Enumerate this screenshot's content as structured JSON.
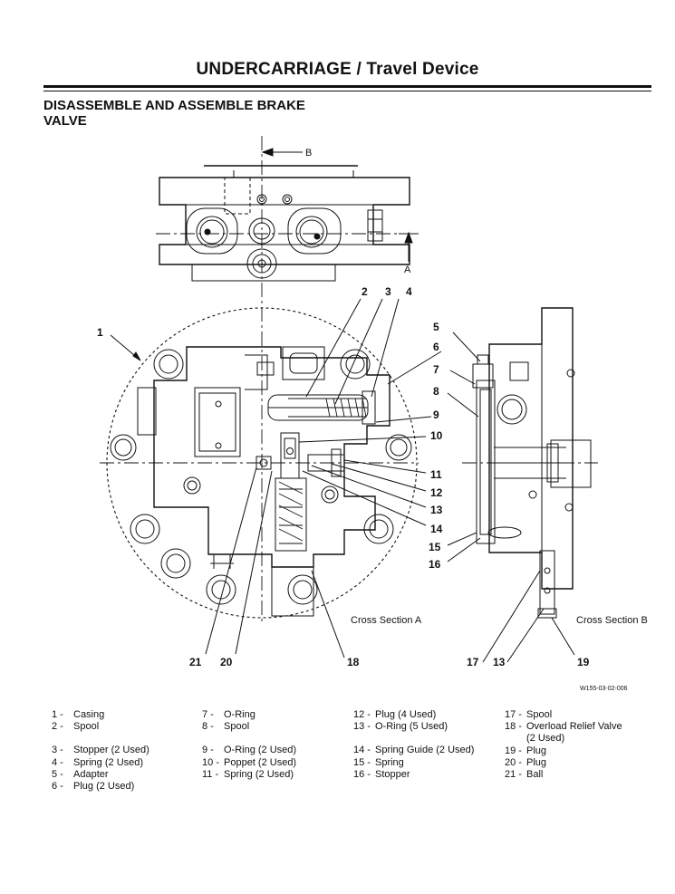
{
  "header": {
    "title": "UNDERCARRIAGE / Travel Device"
  },
  "section": {
    "heading_line1": "DISASSEMBLE AND ASSEMBLE BRAKE",
    "heading_line2": "VALVE"
  },
  "diagram": {
    "section_markers": {
      "b": "B",
      "a": "A"
    },
    "captions": {
      "cross_section_a": "Cross Section A",
      "cross_section_b": "Cross Section B"
    },
    "callouts": {
      "c1": "1",
      "c2": "2",
      "c3": "3",
      "c4": "4",
      "c5": "5",
      "c6": "6",
      "c7": "7",
      "c8": "8",
      "c9": "9",
      "c10": "10",
      "c11": "11",
      "c12": "12",
      "c13": "13",
      "c14": "14",
      "c15": "15",
      "c16": "16",
      "c17": "17",
      "c13b": "13",
      "c19": "19",
      "c21": "21",
      "c20": "20",
      "c18": "18"
    },
    "figure_id": "W155-03-02-006"
  },
  "legend": {
    "col1": [
      {
        "num": "1 -",
        "name": "Casing"
      },
      {
        "num": "2 -",
        "name": "Spool"
      },
      {
        "num": "3 -",
        "name": "Stopper (2 Used)"
      },
      {
        "num": "4 -",
        "name": "Spring (2 Used)"
      },
      {
        "num": "5 -",
        "name": "Adapter"
      },
      {
        "num": "6 -",
        "name": "Plug (2 Used)"
      }
    ],
    "col2": [
      {
        "num": "7 -",
        "name": "O-Ring"
      },
      {
        "num": "8 -",
        "name": "Spool"
      },
      {
        "num": "9 -",
        "name": "O-Ring (2 Used)"
      },
      {
        "num": "10 -",
        "name": "Poppet (2 Used)"
      },
      {
        "num": "11 -",
        "name": "Spring (2 Used)"
      }
    ],
    "col3": [
      {
        "num": "12 -",
        "name": "Plug (4 Used)"
      },
      {
        "num": "13 -",
        "name": "O-Ring (5 Used)"
      },
      {
        "num": "14 -",
        "name": "Spring Guide (2 Used)"
      },
      {
        "num": "15 -",
        "name": "Spring"
      },
      {
        "num": "16 -",
        "name": "Stopper"
      }
    ],
    "col4": [
      {
        "num": "17 -",
        "name": "Spool"
      },
      {
        "num": "18 -",
        "name": "Overload Relief Valve",
        "cont": "(2 Used)"
      },
      {
        "num": "19 -",
        "name": "Plug"
      },
      {
        "num": "20 -",
        "name": "Plug"
      },
      {
        "num": "21 -",
        "name": "Ball"
      }
    ]
  }
}
